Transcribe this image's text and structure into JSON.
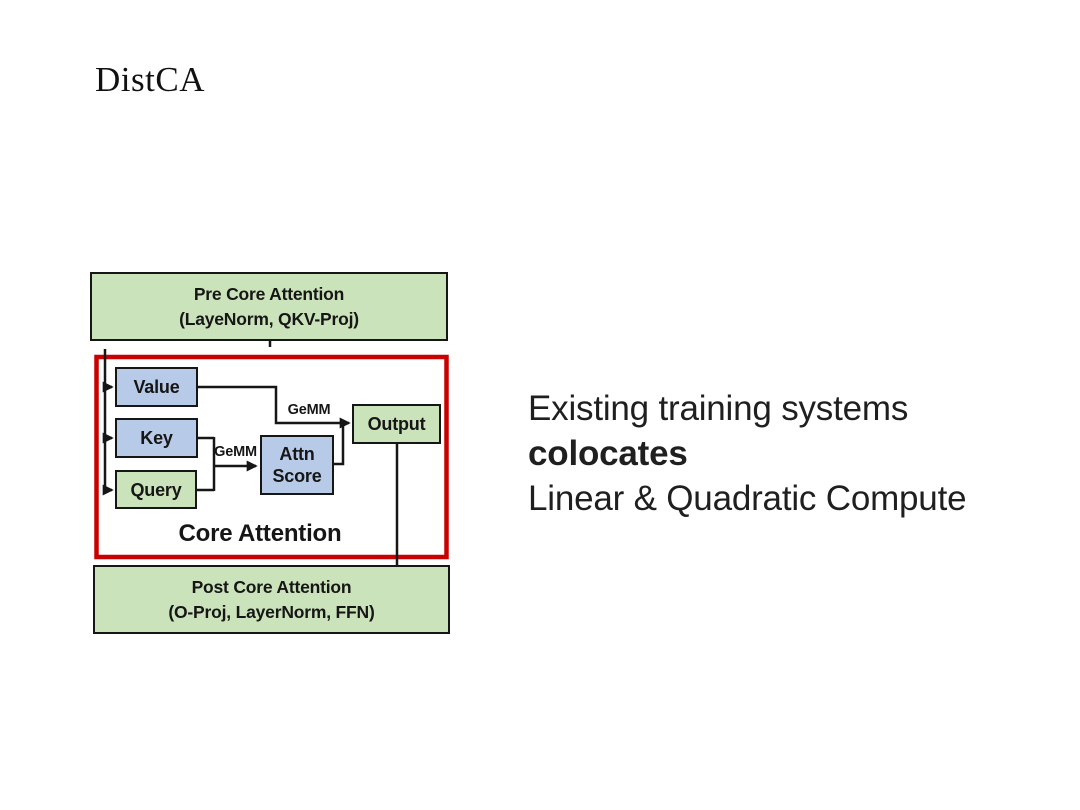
{
  "slide": {
    "title": "DistCA"
  },
  "diagram": {
    "pre_box": {
      "line1": "Pre Core Attention",
      "line2": "(LayeNorm, QKV-Proj)"
    },
    "post_box": {
      "line1": "Post Core Attention",
      "line2": "(O-Proj, LayerNorm, FFN)"
    },
    "core_label": "Core Attention",
    "nodes": {
      "value": {
        "label": "Value"
      },
      "key": {
        "label": "Key"
      },
      "query": {
        "label": "Query"
      },
      "attn": {
        "line1": "Attn",
        "line2": "Score"
      },
      "output": {
        "label": "Output"
      }
    },
    "edges": {
      "gemm_value": "GeMM",
      "gemm_qk": "GeMM"
    },
    "colors": {
      "green_fill": "#cbe3ba",
      "blue_fill": "#b7cae7",
      "red_border": "#c90000",
      "line_stroke": "#161616"
    }
  },
  "caption": {
    "line1": "Existing training systems",
    "line2": "colocates",
    "line3": "Linear & Quadratic Compute"
  }
}
